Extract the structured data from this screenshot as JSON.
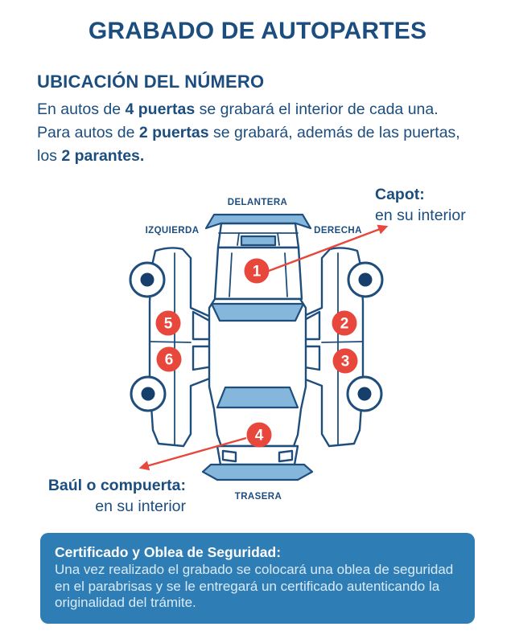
{
  "colors": {
    "navy_text": "#1c4d7f",
    "diagram_light_blue": "#85b7dd",
    "marker_red": "#e8473b",
    "infobox_blue": "#2f7db5"
  },
  "header": {
    "title": "GRABADO DE AUTOPARTES"
  },
  "section": {
    "subtitle": "UBICACIÓN DEL NÚMERO",
    "line1_pre": "En autos de ",
    "line1_bold": "4 puertas",
    "line1_post": " se grabará el interior de cada una.",
    "line2_pre": "Para autos de ",
    "line2_bold": "2 puertas",
    "line2_post": " se grabará, además de las puertas,",
    "line3_pre": "los ",
    "line3_bold": "2 parantes."
  },
  "diagram": {
    "labels": {
      "front": "DELANTERA",
      "left": "IZQUIERDA",
      "right": "DERECHA",
      "rear": "TRASERA"
    },
    "annotations": {
      "hood_title": "Capot:",
      "hood_sub": "en su interior",
      "trunk_title": "Baúl o compuerta:",
      "trunk_sub": "en su interior"
    },
    "markers": {
      "hood": "1",
      "right_front_door": "2",
      "right_rear_door": "3",
      "trunk": "4",
      "left_front_door": "5",
      "left_rear_door": "6"
    }
  },
  "infobox": {
    "title": "Certificado y Oblea de Seguridad:",
    "body": "Una vez realizado el grabado se colocará una oblea de seguridad en el parabrisas y se le entregará un certificado autenticando la originalidad del trámite."
  }
}
